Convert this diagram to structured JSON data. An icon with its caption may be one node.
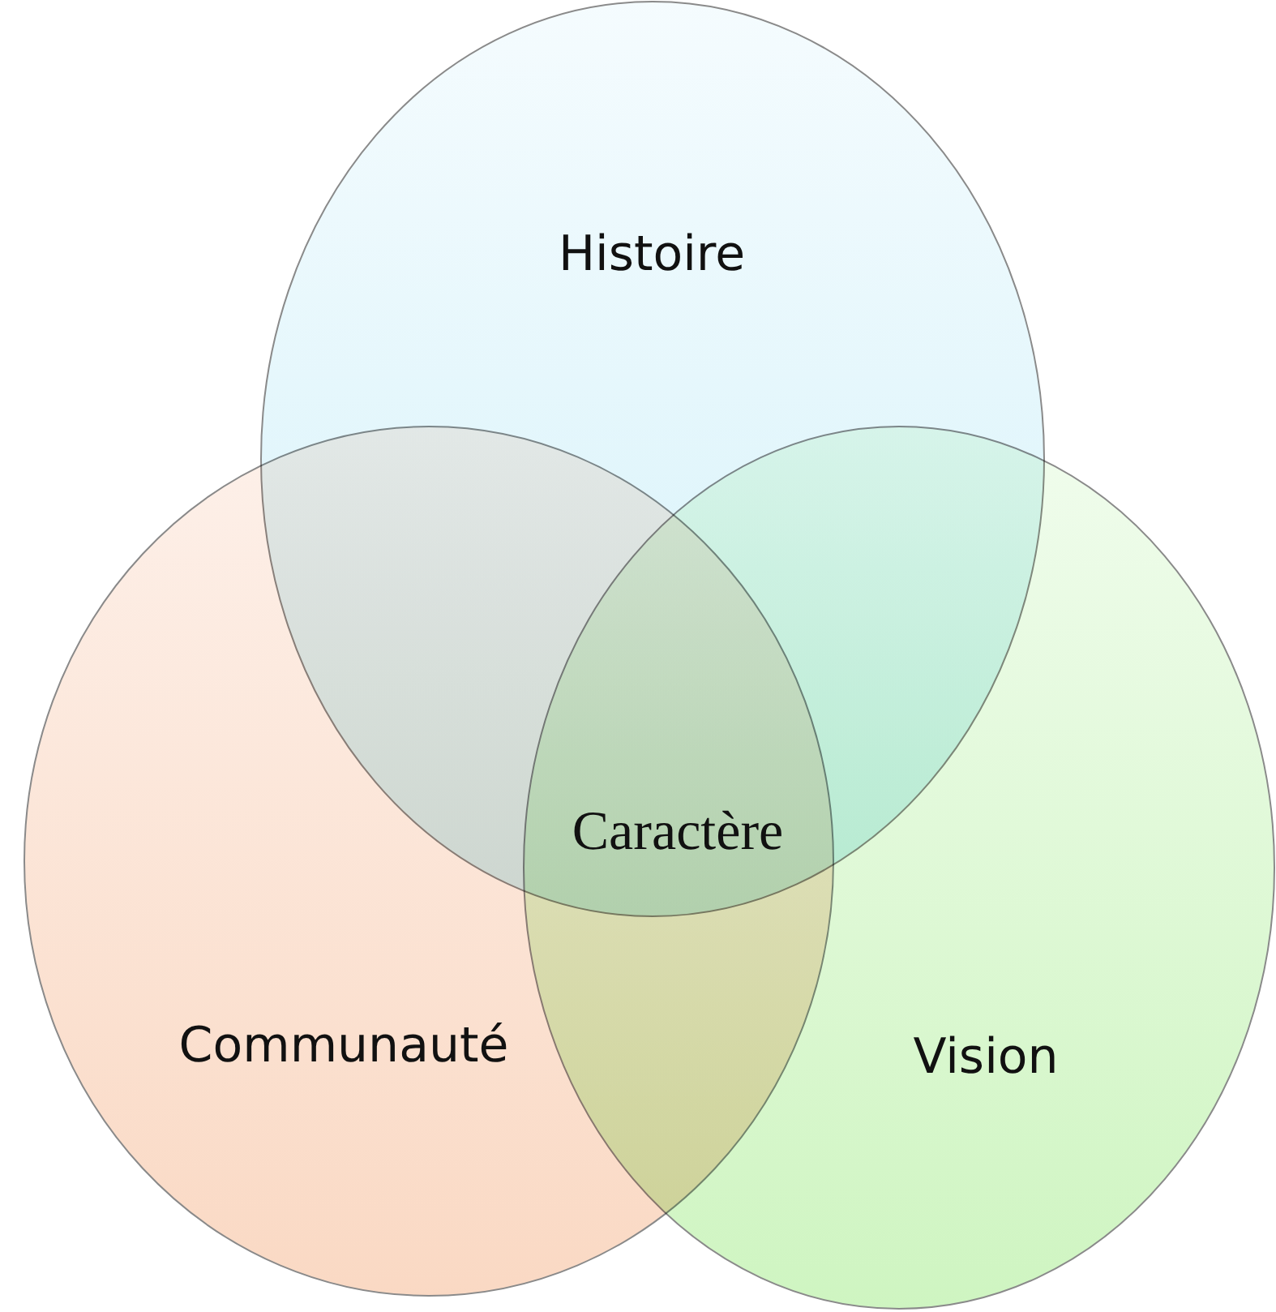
{
  "diagram": {
    "nodes": [
      {
        "text": [
          "Histoire"
        ]
      },
      {
        "text": [
          "Communauté"
        ]
      },
      {
        "text": [
          "Vision"
        ]
      }
    ],
    "labels": [
      "Caractère"
    ]
  }
}
